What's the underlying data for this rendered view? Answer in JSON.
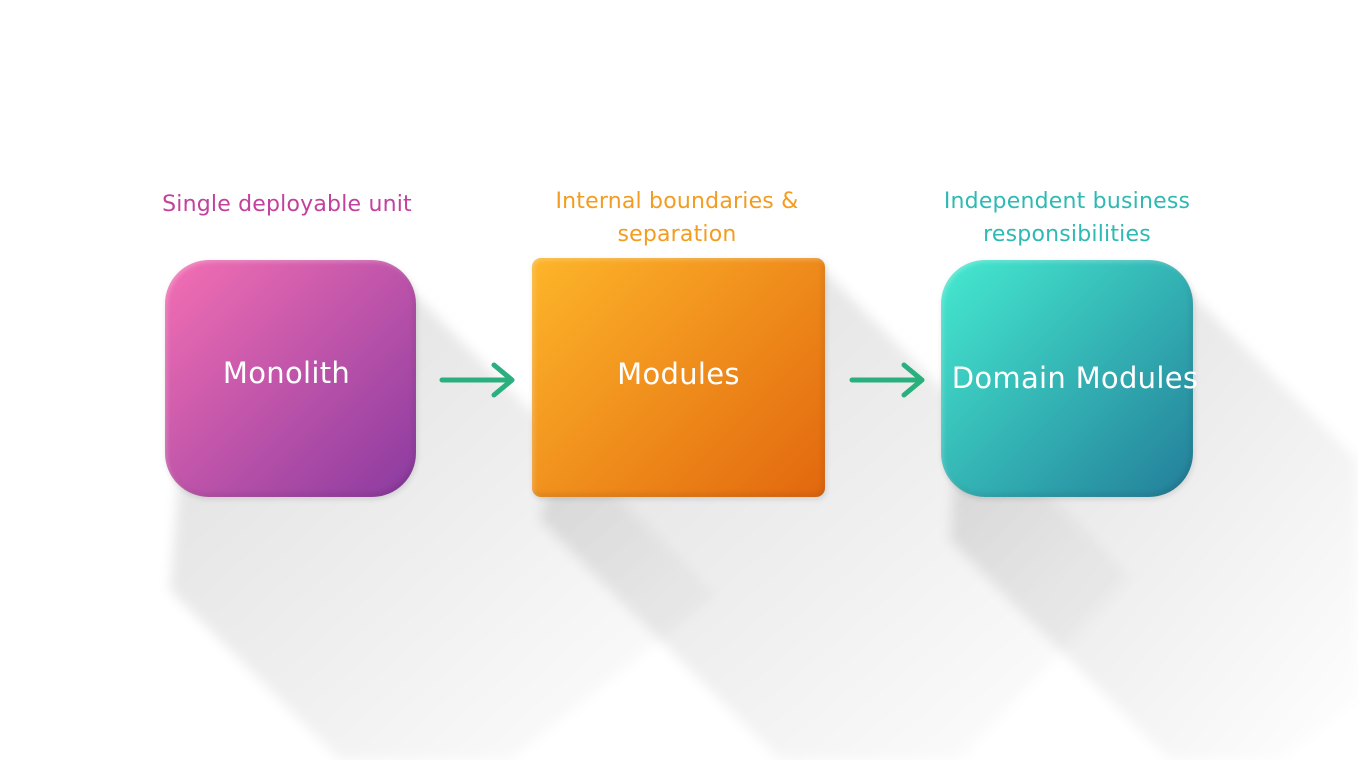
{
  "stages": [
    {
      "caption_lines": [
        "Single deployable unit"
      ],
      "label": "Monolith",
      "gradient_start": "#f46fb3",
      "gradient_end": "#8a3aa0",
      "caption_color": "#c2419c"
    },
    {
      "caption_lines": [
        "Internal boundaries &",
        "separation"
      ],
      "label": "Modules",
      "gradient_start": "#fdb52a",
      "gradient_end": "#e2670e",
      "caption_color": "#f39c1f"
    },
    {
      "caption_lines": [
        "Independent business",
        "responsibilities"
      ],
      "label": "Domain Modules",
      "gradient_start": "#45ead0",
      "gradient_end": "#237e99",
      "caption_color": "#2fb9b3"
    }
  ],
  "arrow_color": "#2aaf7e",
  "arrow_icon": "arrow-right-icon"
}
